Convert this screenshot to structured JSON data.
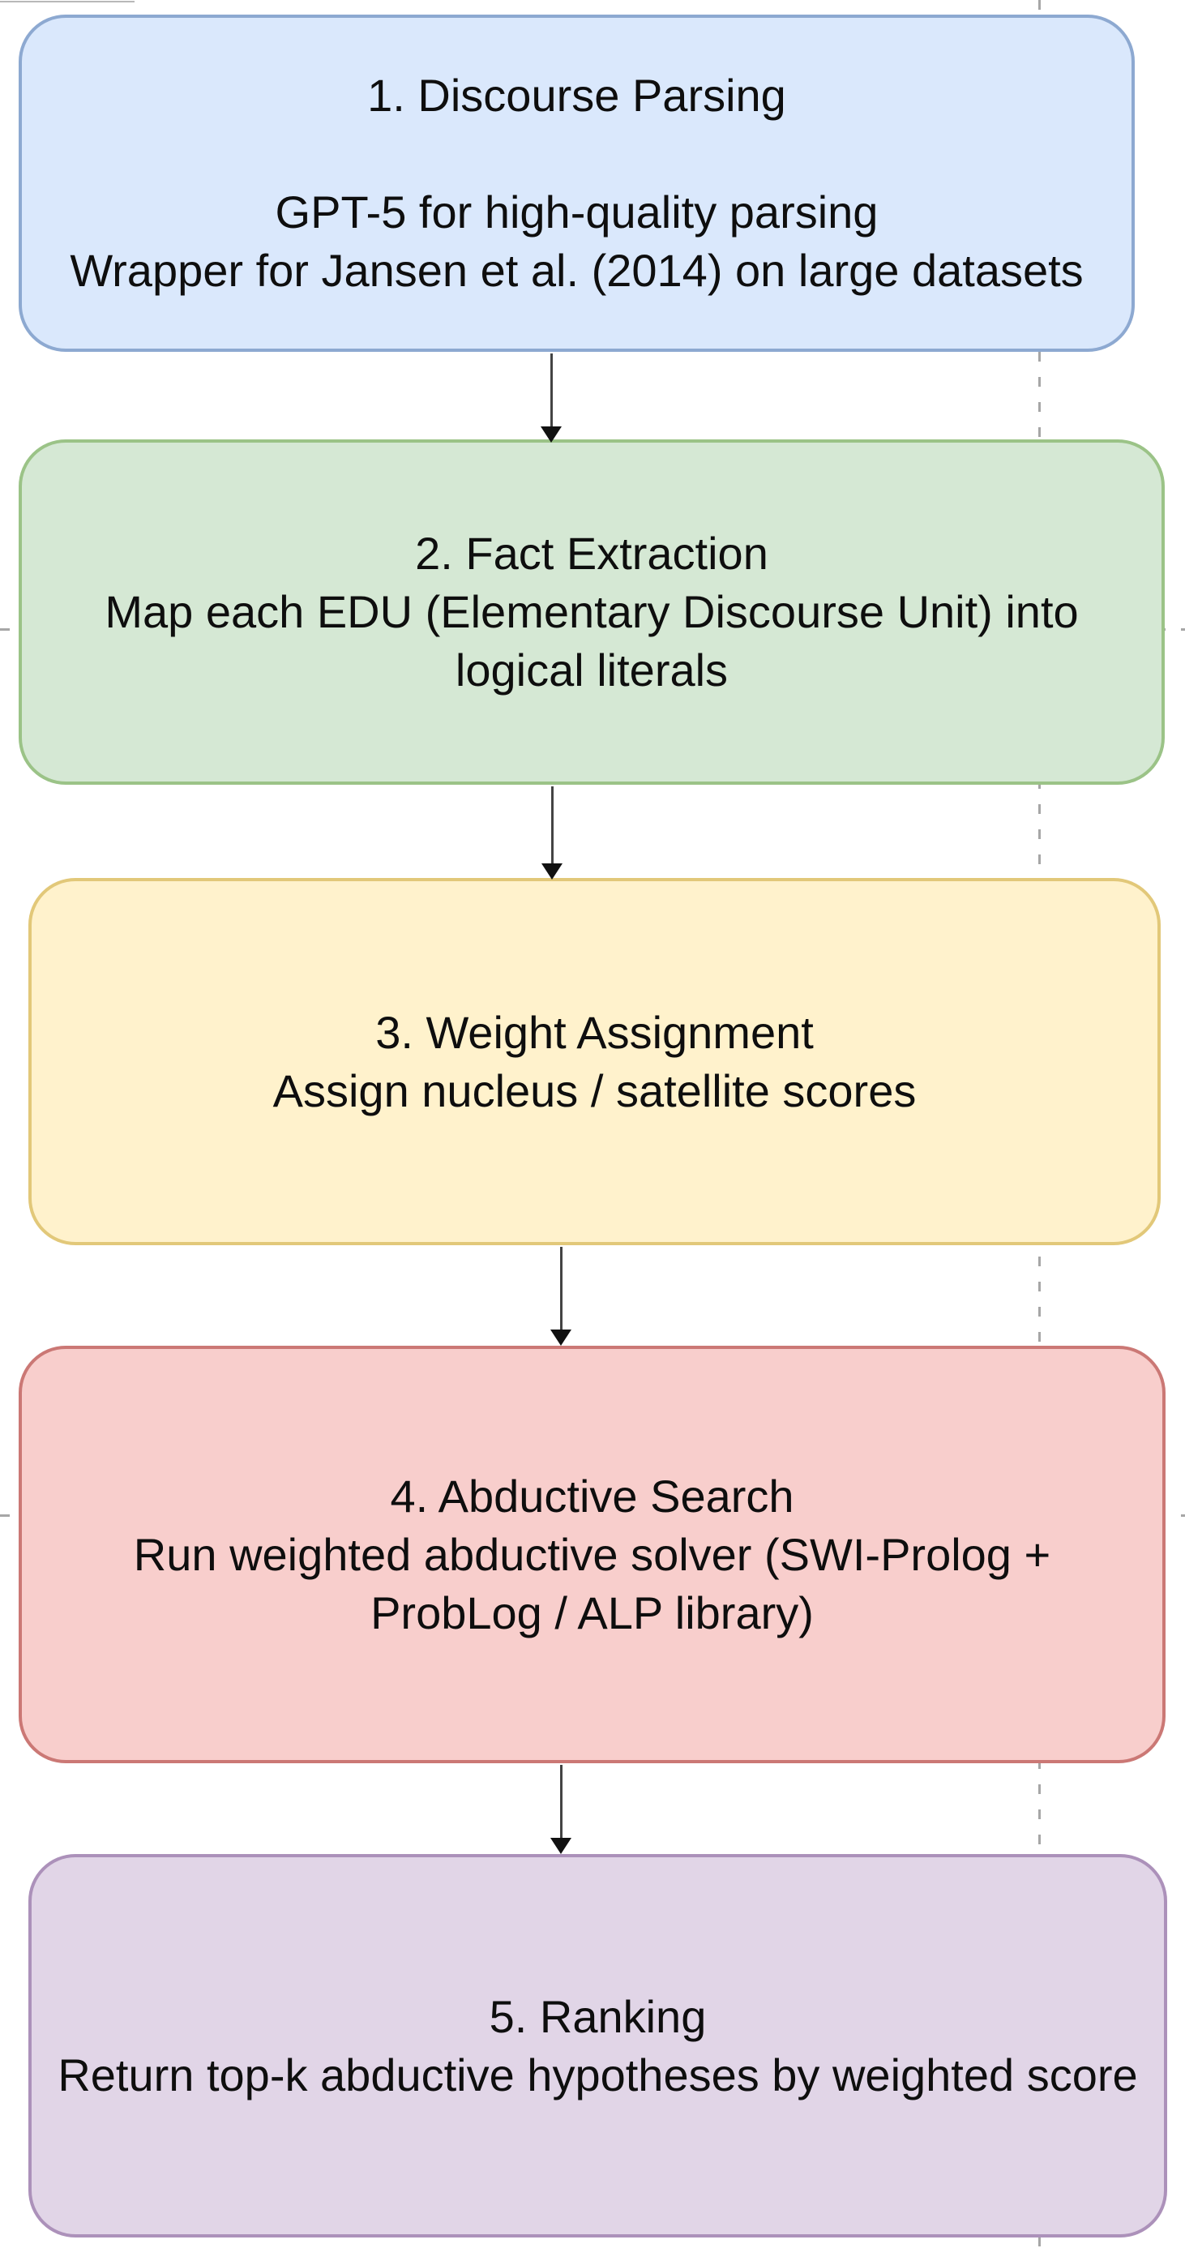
{
  "diagram": {
    "type": "flowchart",
    "direction": "top-down",
    "background": "#ffffff",
    "text_color": "#0e0e0e",
    "connector_color": "#444444",
    "arrowhead_color": "#111111",
    "guide_color": "#a6a6a6",
    "steps": [
      {
        "order": "1",
        "title": "1. Discourse Parsing",
        "body": "GPT-5 for high-quality parsing\nWrapper for Jansen et al. (2014) on large datasets",
        "fill": "#dae8fc",
        "border": "#6c8ebf"
      },
      {
        "order": "2",
        "title": "2. Fact Extraction",
        "body": "Map each EDU (Elementary Discourse Unit) into logical literals",
        "fill": "#d5e8d4",
        "border": "#82b366"
      },
      {
        "order": "3",
        "title": "3. Weight Assignment",
        "body": "Assign nucleus / satellite scores",
        "fill": "#fff2cc",
        "border": "#d6b656"
      },
      {
        "order": "4",
        "title": "4. Abductive Search",
        "body": "Run weighted abductive solver (SWI-Prolog + ProbLog / ALP library)",
        "fill": "#f8cecc",
        "border": "#b85450"
      },
      {
        "order": "5",
        "title": "5. Ranking",
        "body": "Return top-k abductive hypotheses by weighted score",
        "fill": "#e1d5e7",
        "border": "#9673a6"
      }
    ]
  }
}
